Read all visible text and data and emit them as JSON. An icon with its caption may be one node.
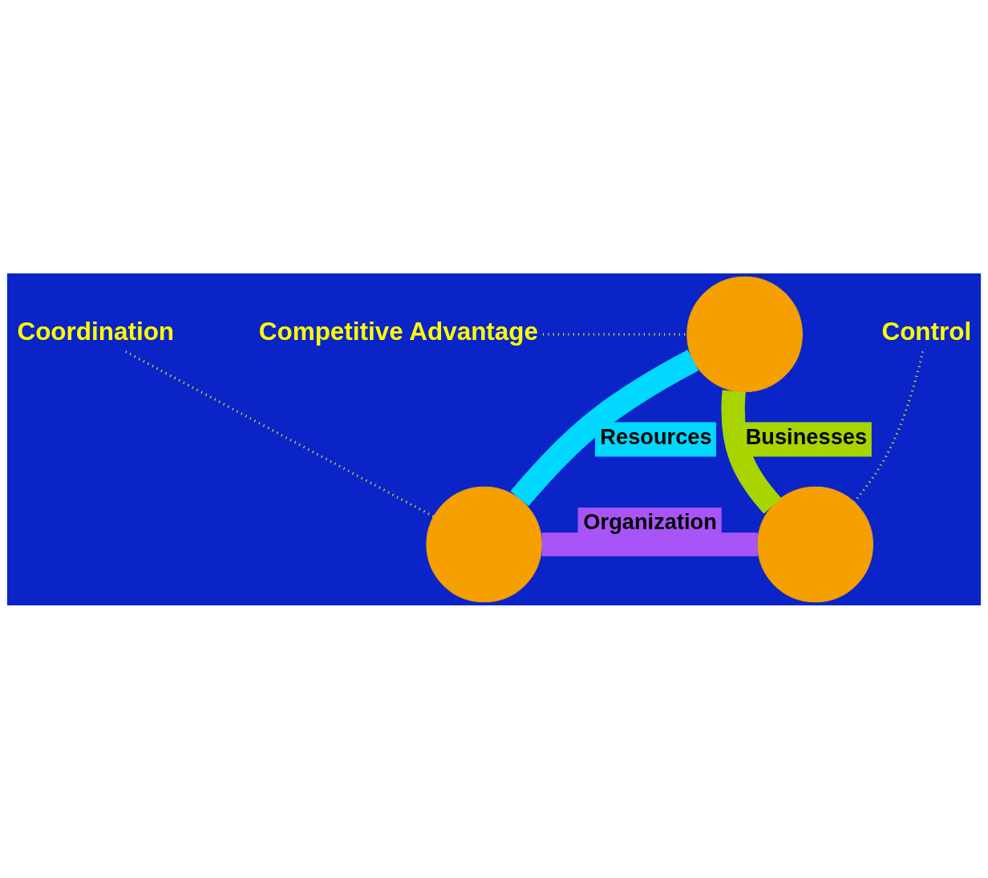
{
  "diagram": {
    "nodes": [
      {
        "text": [
          "Competitive Advantage"
        ]
      },
      {
        "text": [],
        "shape": "circle"
      },
      {
        "text": [
          "Control"
        ]
      },
      {
        "text": [],
        "shape": "circle"
      },
      {
        "text": [],
        "shape": "circle"
      },
      {
        "text": [
          "Coordination"
        ]
      }
    ],
    "edges": [
      {
        "from": 1,
        "to": 3,
        "arrow": "none",
        "label": "Resources",
        "style": "thick",
        "color": "#00d8ff"
      },
      {
        "from": 1,
        "to": 4,
        "arrow": "none",
        "label": "Businesses",
        "style": "thick",
        "color": "#a8d400"
      },
      {
        "from": 3,
        "to": 4,
        "arrow": "none",
        "label": "Organization",
        "style": "thick",
        "color": "#a855f7"
      },
      {
        "from": 0,
        "to": 1,
        "arrow": "none",
        "style": "dashed",
        "color": "#ffff00"
      },
      {
        "from": 2,
        "to": 4,
        "arrow": "none",
        "style": "dashed",
        "color": "#ffff00"
      },
      {
        "from": 5,
        "to": 3,
        "arrow": "none",
        "style": "dashed",
        "color": "#ffff00"
      }
    ]
  }
}
